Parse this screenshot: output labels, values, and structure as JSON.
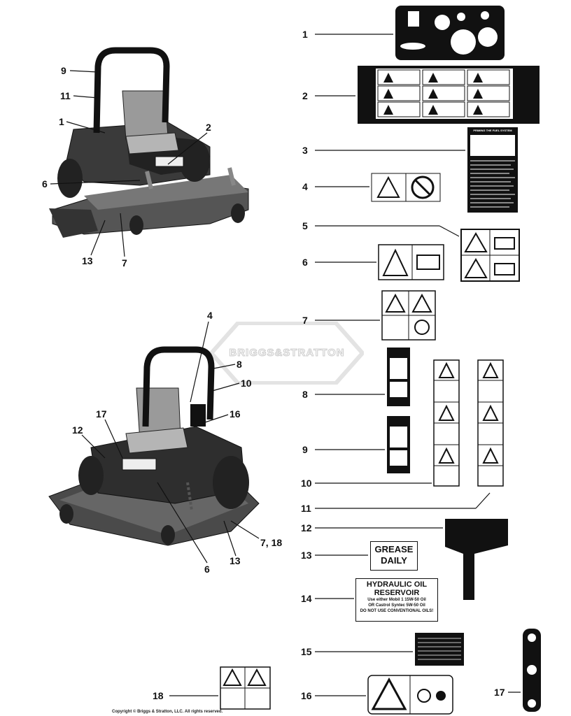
{
  "watermark": {
    "brand": "BRIGGS&STRATTON"
  },
  "callouts": {
    "c1": "1",
    "c2": "2",
    "c3": "3",
    "c4": "4",
    "c5": "5",
    "c6": "6",
    "c7": "7",
    "c8": "8",
    "c9": "9",
    "c10": "10",
    "c11": "11",
    "c12": "12",
    "c13": "13",
    "c14": "14",
    "c15": "15",
    "c16": "16",
    "c17": "17",
    "c18": "18"
  },
  "mower_top_labels": {
    "l9": "9",
    "l11": "11",
    "l1": "1",
    "l2": "2",
    "l6": "6",
    "l13": "13",
    "l7": "7"
  },
  "mower_bottom_labels": {
    "l4": "4",
    "l8": "8",
    "l10": "10",
    "l17": "17",
    "l16": "16",
    "l12": "12",
    "l6": "6",
    "l13": "13",
    "l7_18": "7, 18"
  },
  "decal_texts": {
    "grease_line1": "GREASE",
    "grease_line2": "DAILY",
    "hydraulic_line1": "HYDRAULIC OIL",
    "hydraulic_line2": "RESERVOIR",
    "hydraulic_line3": "Use either Mobil 1 15W-50 Oil",
    "hydraulic_line4": "OR Castrol Syntec 5W-50 Oil",
    "hydraulic_line5": "DO NOT USE CONVENTIONAL OILS!",
    "fuel_title": "PRIMING THE FUEL SYSTEM"
  },
  "copyright": "Copyright © Briggs & Stratton, LLC. All rights reserved."
}
